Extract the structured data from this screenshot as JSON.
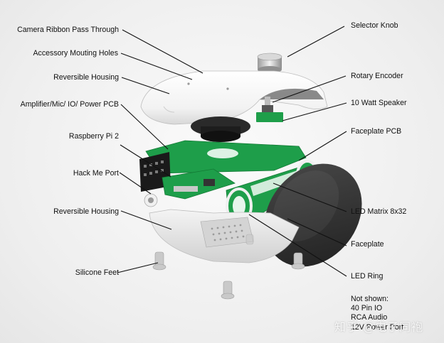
{
  "labels_left": [
    "Camera Ribbon Pass Through",
    "Accessory Mouting Holes",
    "Reversible Housing",
    "Amplifier/Mic/ IO/ Power PCB",
    "Raspberry Pi 2",
    "Hack Me Port",
    "Reversible Housing",
    "Silicone Feet"
  ],
  "labels_right": [
    "Selector Knob",
    "Rotary Encoder",
    "10 Watt Speaker",
    "Faceplate PCB",
    "LED Matrix 8x32",
    "Faceplate",
    "LED Ring"
  ],
  "not_shown": {
    "title": "Not shown:",
    "items": [
      "40 Pin IO",
      "RCA Audio",
      "12V Power Port"
    ]
  },
  "watermark": "知乎 @电子同袍",
  "colors": {
    "pcb_green": "#1e9e4a",
    "housing_white": "#f7f7f7",
    "faceplate_dark": "#2b2b2b",
    "leader_line": "#111111"
  }
}
